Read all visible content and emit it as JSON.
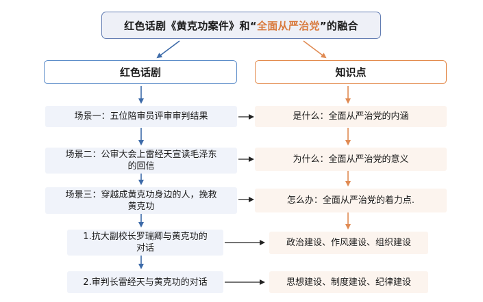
{
  "title": {
    "prefix": "红色话剧《黄克功案件》和“",
    "highlight": "全面从严治党",
    "suffix": "”的融合"
  },
  "left_header": "红色话剧",
  "right_header": "知识点",
  "left_items": [
    {
      "line1": "场景一：五位陪审员评审审判结果",
      "line2": ""
    },
    {
      "line1": "场景二：公审大会上雷经天宣读毛泽东",
      "line2": "的回信"
    },
    {
      "line1": "场景三：穿越成黄克功身边的人，挽救",
      "line2": "黄克功"
    },
    {
      "line1": "1.抗大副校长罗瑞卿与黄克功的",
      "line2": "对话"
    },
    {
      "line1": "2.审判长雷经天与黄克功的对话",
      "line2": ""
    }
  ],
  "right_items": [
    "是什么：全面从严治党的内涵",
    "为什么：全面从严治党的意义",
    "怎么办：全面从严治党的着力点.",
    "政治建设、作风建设、组织建设",
    "思想建设、制度建设、纪律建设"
  ],
  "colors": {
    "blue_arrow": "#3c6aa8",
    "orange_arrow": "#e08a52",
    "highlight_text": "#d97a3d"
  }
}
